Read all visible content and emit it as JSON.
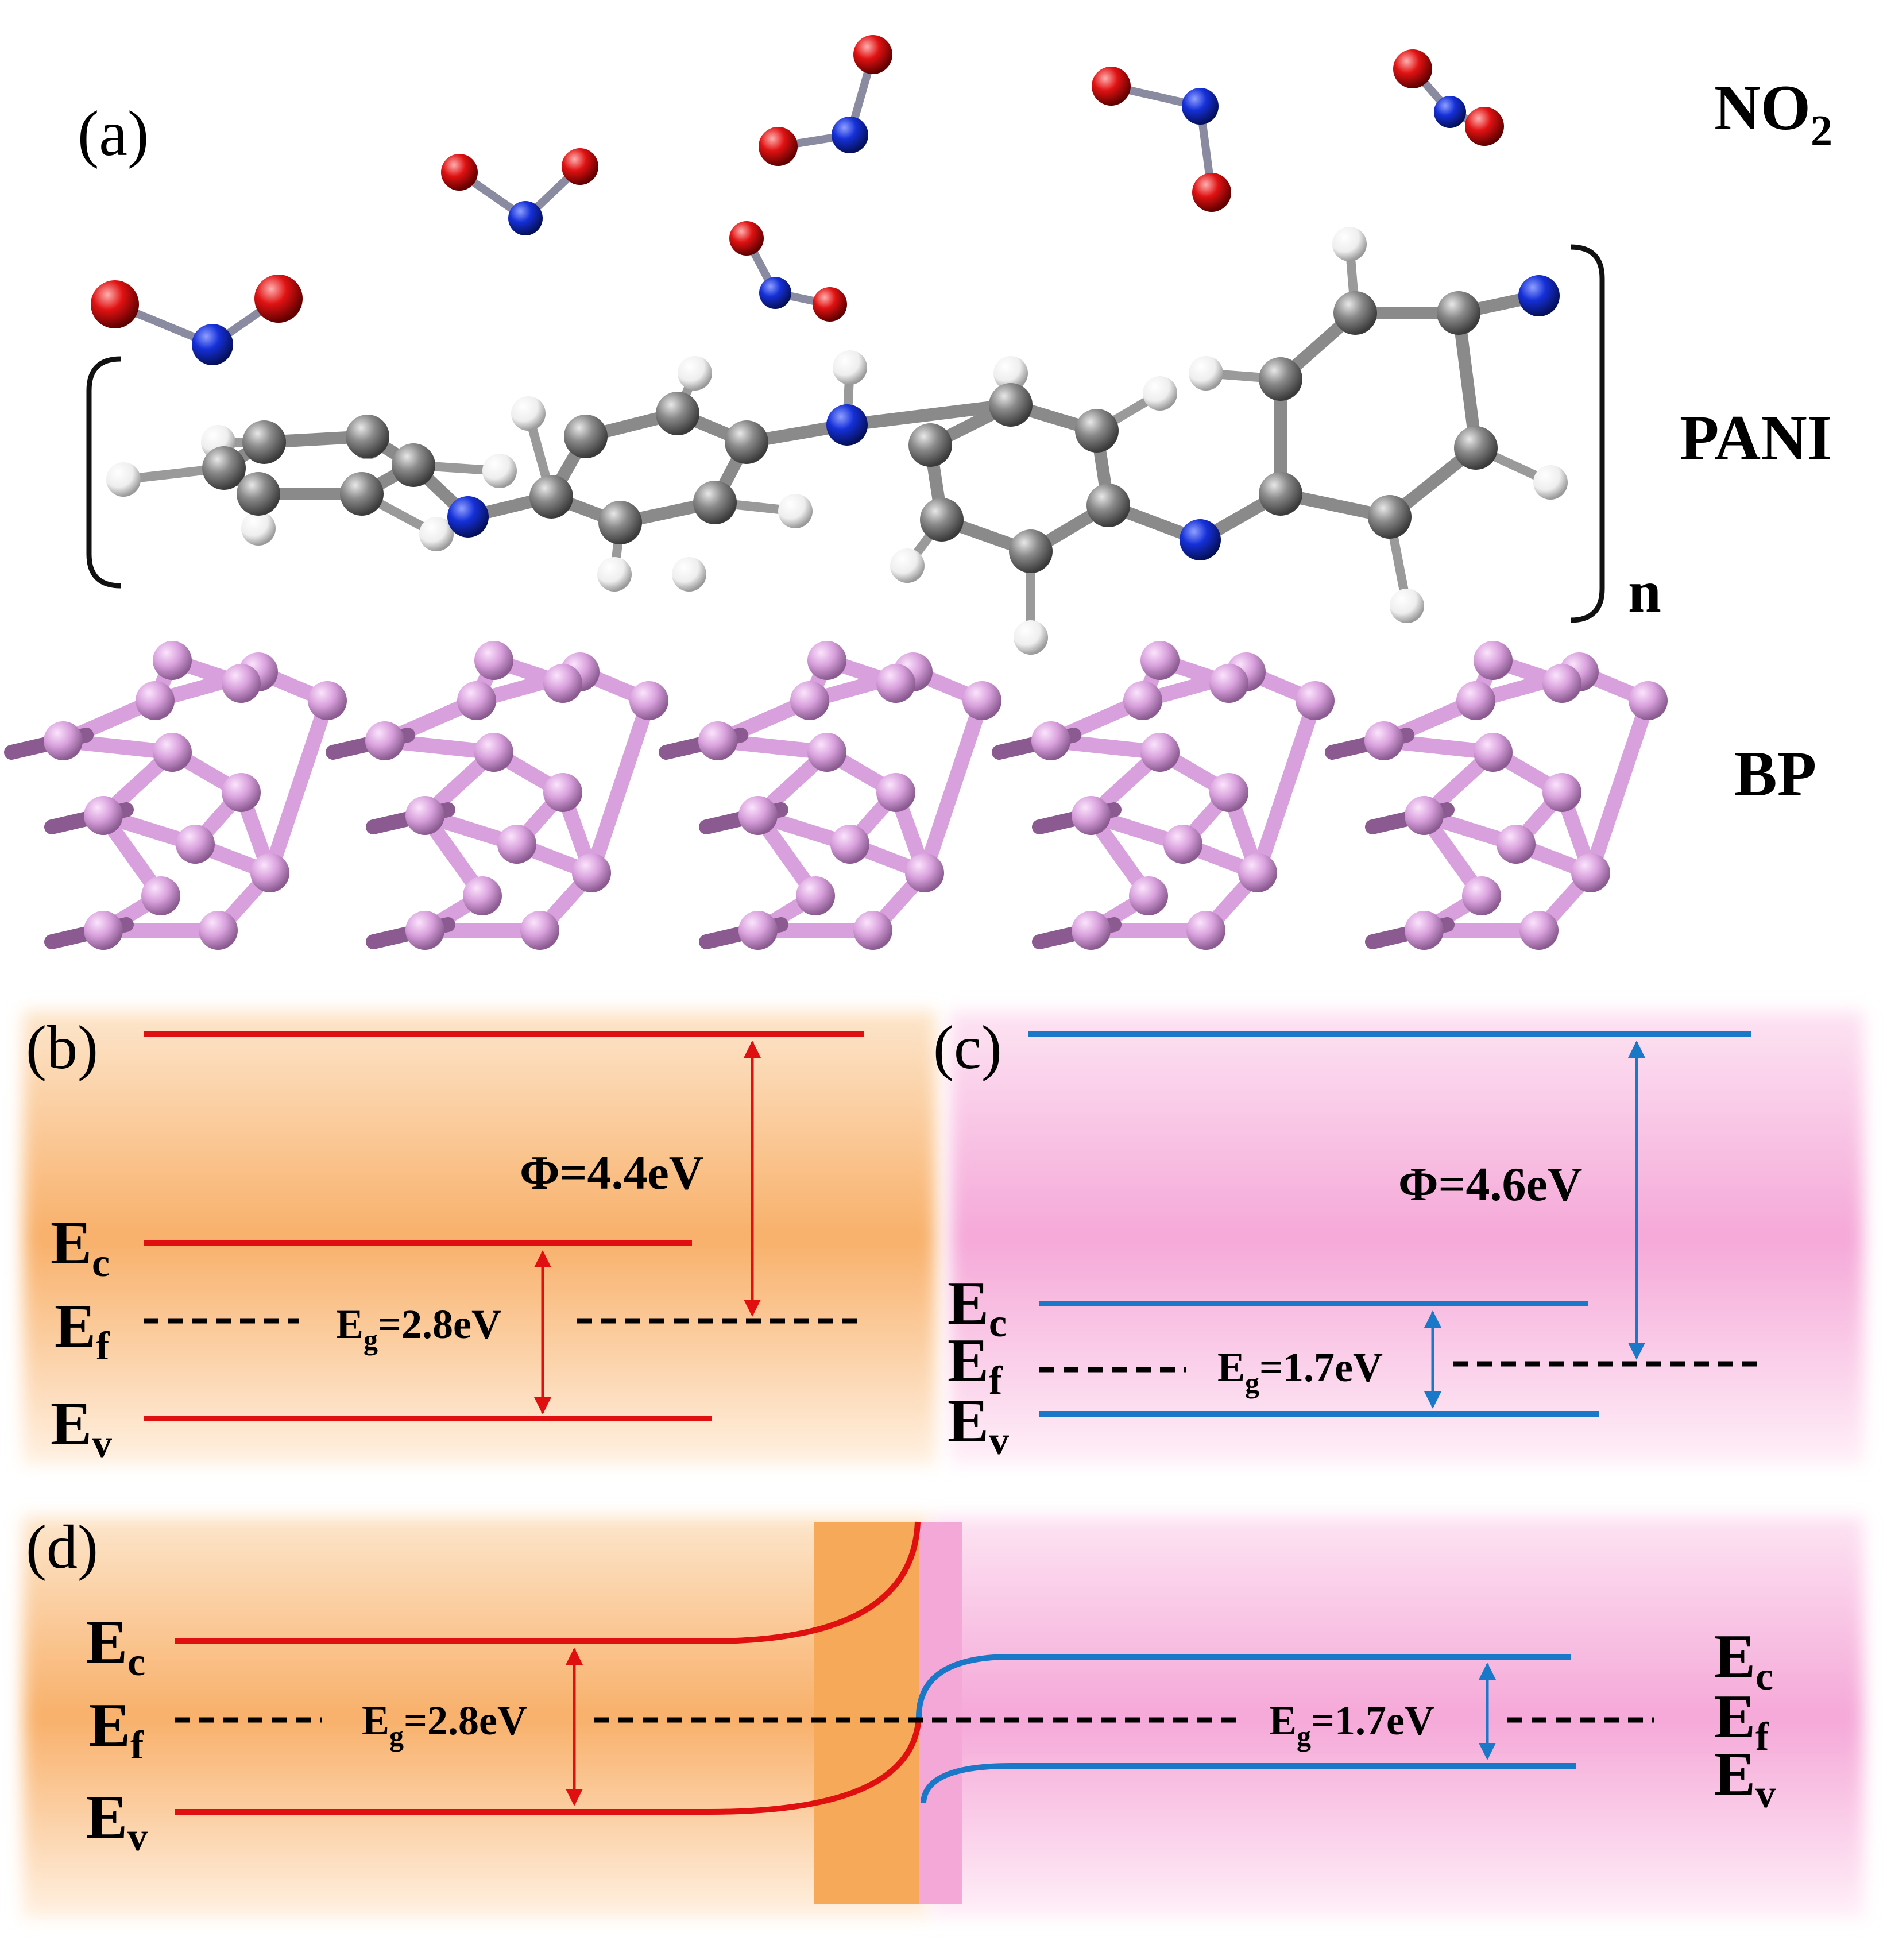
{
  "panel_a": {
    "label": "(a)",
    "no2_label": "NO",
    "no2_sub": "2",
    "pani_label": "PANI",
    "bracket_n": "n",
    "bp_label": "BP"
  },
  "panel_b": {
    "label": "(b)",
    "phi": "Φ=4.4eV",
    "eg_prefix": "E",
    "eg_sub": "g",
    "eg_value": "=2.8eV",
    "ec": "E",
    "ec_sub": "c",
    "ef": "E",
    "ef_sub": "f",
    "ev": "E",
    "ev_sub": "v"
  },
  "panel_c": {
    "label": "(c)",
    "phi": "Φ=4.6eV",
    "eg_prefix": "E",
    "eg_sub": "g",
    "eg_value": "=1.7eV",
    "ec": "E",
    "ec_sub": "c",
    "ef": "E",
    "ef_sub": "f",
    "ev": "E",
    "ev_sub": "v"
  },
  "panel_d": {
    "label": "(d)",
    "left_eg_prefix": "E",
    "left_eg_sub": "g",
    "left_eg_value": "=2.8eV",
    "right_eg_prefix": "E",
    "right_eg_sub": "g",
    "right_eg_value": "=1.7eV",
    "ec": "E",
    "ec_sub": "c",
    "ef": "E",
    "ef_sub": "f",
    "ev": "E",
    "ev_sub": "v"
  },
  "colors": {
    "red": "#e01010",
    "blue": "#1a78c8",
    "orange": "#f7a95a",
    "pink": "#f4b4dc",
    "carbon": "#7a7a7a",
    "nitrogen": "#1530d8",
    "oxygen": "#e01212",
    "hydrogen": "#f2f2f2",
    "phosphorus": "#d8a0dc"
  }
}
